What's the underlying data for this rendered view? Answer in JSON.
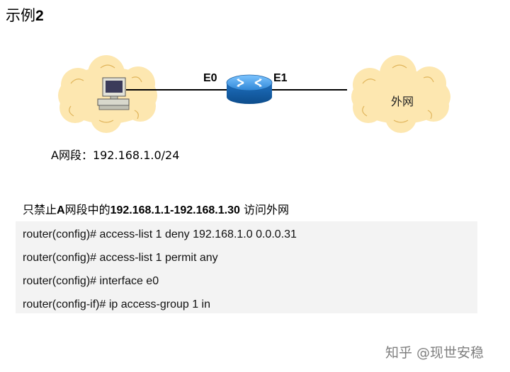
{
  "title": {
    "prefix": "示例",
    "number": "2"
  },
  "diagram": {
    "left_label": "E0",
    "right_label": "E1",
    "cloud_label": "外网"
  },
  "subnet_text": "A网段：192.168.1.0/24",
  "description": {
    "part1": "只禁止",
    "part2": "A",
    "part3": "网段中的",
    "part4": "192.168.1.1-192.168.1.30",
    "part5": " 访问外网"
  },
  "code_lines": [
    "router(config)# access-list 1 deny 192.168.1.0 0.0.0.31",
    "router(config)# access-list 1 permit any",
    "router(config)# interface e0",
    "router(config-if)# ip access-group 1 in"
  ],
  "watermark": "知乎 @现世安稳"
}
